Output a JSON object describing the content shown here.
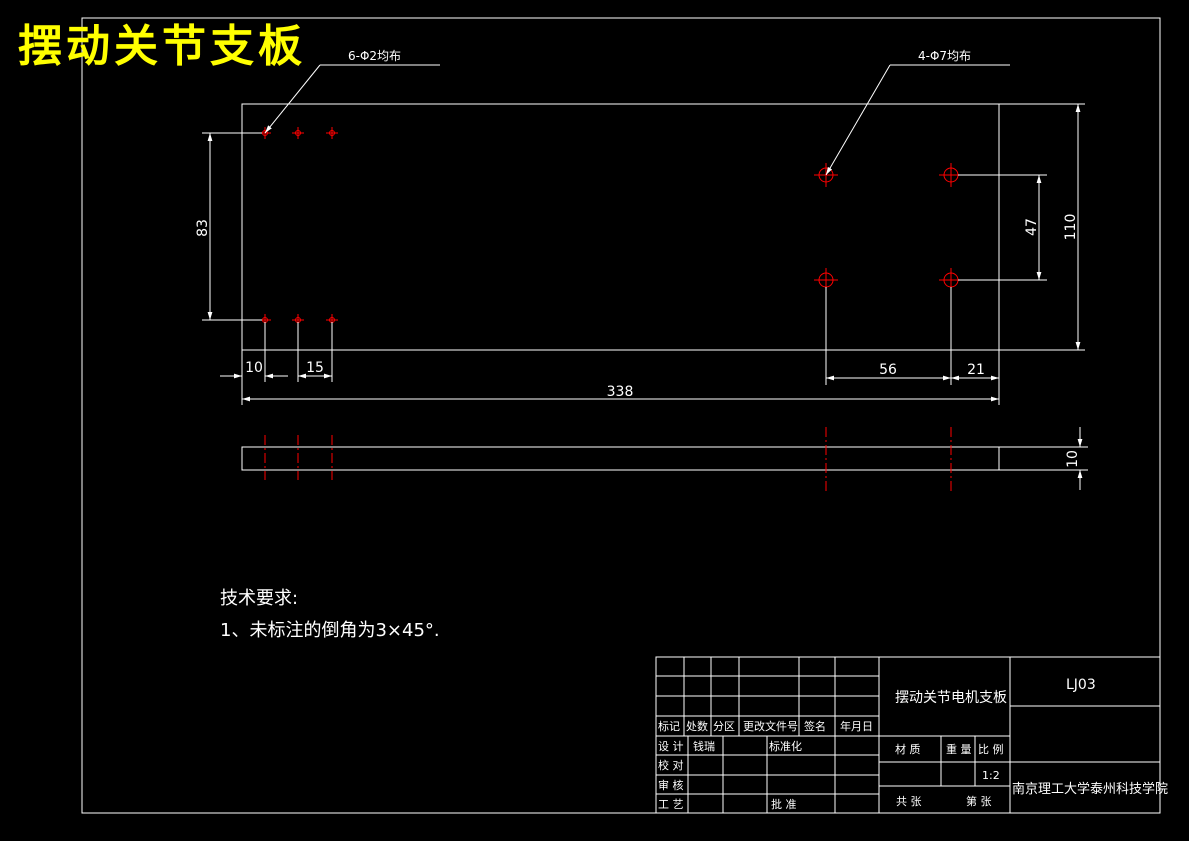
{
  "page_title": "摆动关节支板",
  "callouts": {
    "small_holes": "6-Φ2均布",
    "large_holes": "4-Φ7均布"
  },
  "dimensions": {
    "hole_vertical_spacing": "83",
    "right_hole_vertical_spacing": "47",
    "overall_height": "110",
    "left_offset": "10",
    "hole_pitch": "15",
    "overall_length": "338",
    "large_hole_spacing": "56",
    "right_offset": "21",
    "thickness": "10"
  },
  "notes": {
    "heading": "技术要求:",
    "item1": "1、未标注的倒角为3×45°."
  },
  "title_block": {
    "part_name": "摆动关节电机支板",
    "drawing_number": "LJ03",
    "headers": [
      "标记",
      "处数",
      "分区",
      "更改文件号",
      "签名",
      "年月日"
    ],
    "row_design": "设 计",
    "designer": "钱瑞",
    "standardization": "标准化",
    "row_check": "校 对",
    "row_review": "审 核",
    "row_process": "工 艺",
    "approve": "批 准",
    "material": "材 质",
    "weight": "重 量",
    "scale_label": "比 例",
    "scale_value": "1:2",
    "sheets_total": "共   张",
    "sheet_num": "第   张",
    "institution": "南京理工大学泰州科技学院"
  },
  "colors": {
    "line": "#ffffff",
    "hole": "#ff0000",
    "title": "#ffff00",
    "background": "#000000"
  }
}
